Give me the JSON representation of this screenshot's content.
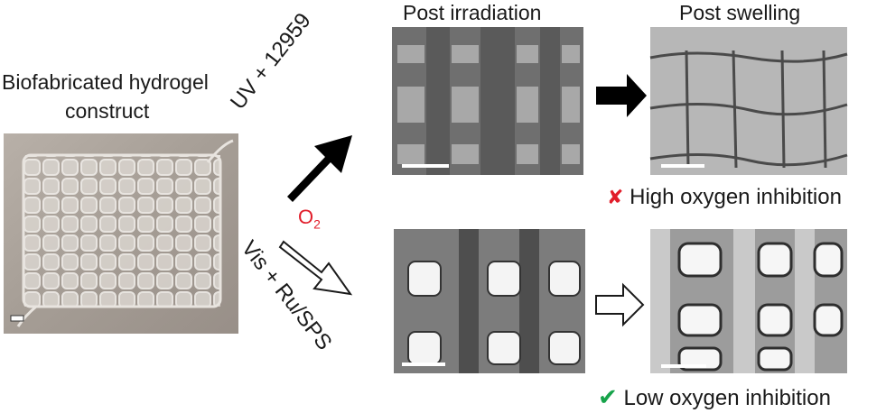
{
  "left_title_line1": "Biofabricated hydrogel",
  "left_title_line2": "construct",
  "col_header_1": "Post irradiation",
  "col_header_2": "Post swelling",
  "route_top_label": "UV + 12959",
  "route_bottom_label": "Vis + Ru/SPS",
  "oxygen_label": "O",
  "oxygen_subscript": "2",
  "result_high": "High oxygen inhibition",
  "result_low": "Low oxygen inhibition",
  "colors": {
    "cross": "#e11d2a",
    "check": "#16a34a",
    "oxygen": "#e11d2a",
    "arrow": "#000000"
  },
  "icons": {
    "high": "x-mark-icon",
    "low": "check-mark-icon"
  }
}
